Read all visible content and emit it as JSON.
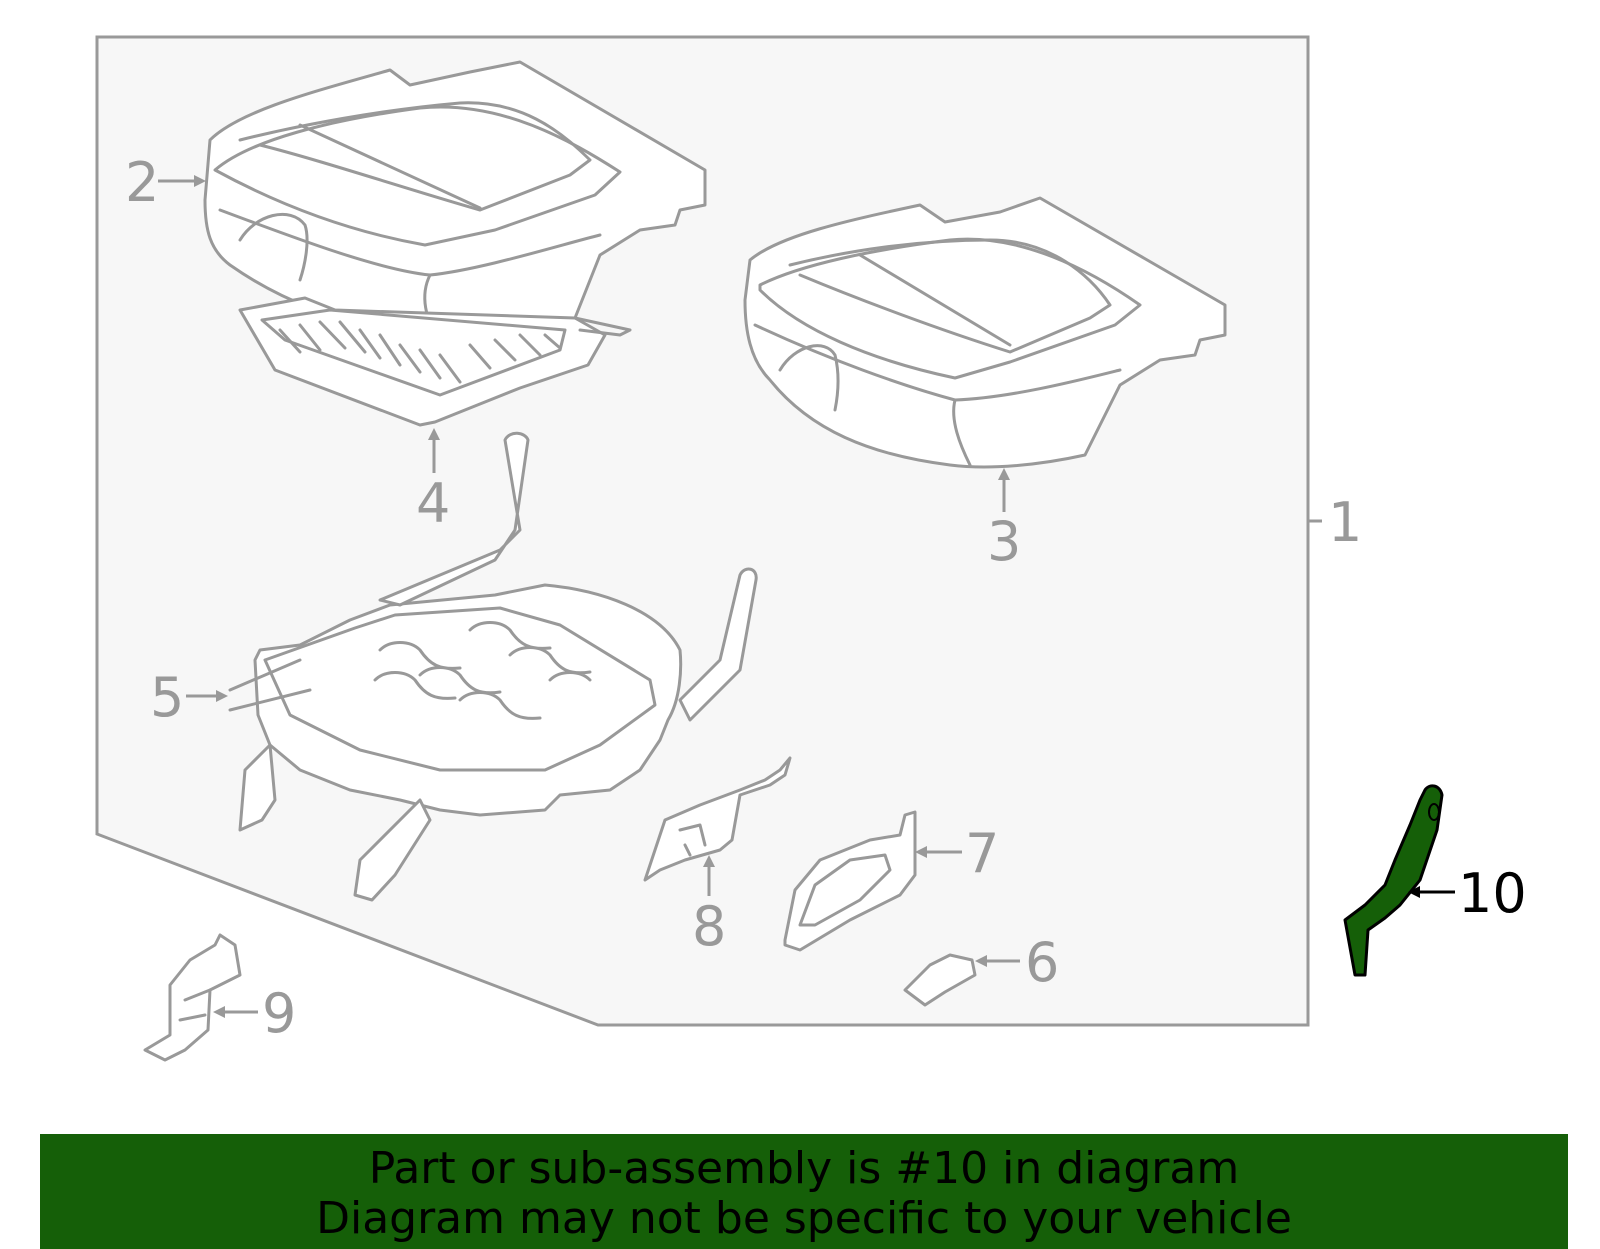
{
  "diagram": {
    "highlight_color": "#155f08",
    "outline_color": "#999999",
    "callouts": [
      {
        "id": "1",
        "text": "1"
      },
      {
        "id": "2",
        "text": "2"
      },
      {
        "id": "3",
        "text": "3"
      },
      {
        "id": "4",
        "text": "4"
      },
      {
        "id": "5",
        "text": "5"
      },
      {
        "id": "6",
        "text": "6"
      },
      {
        "id": "7",
        "text": "7"
      },
      {
        "id": "8",
        "text": "8"
      },
      {
        "id": "9",
        "text": "9"
      },
      {
        "id": "10",
        "text": "10",
        "highlighted": true
      }
    ]
  },
  "banner": {
    "line1": "Part or sub-assembly is #10 in diagram",
    "line2": "Diagram may not be specific to your vehicle",
    "background": "#155f08"
  }
}
